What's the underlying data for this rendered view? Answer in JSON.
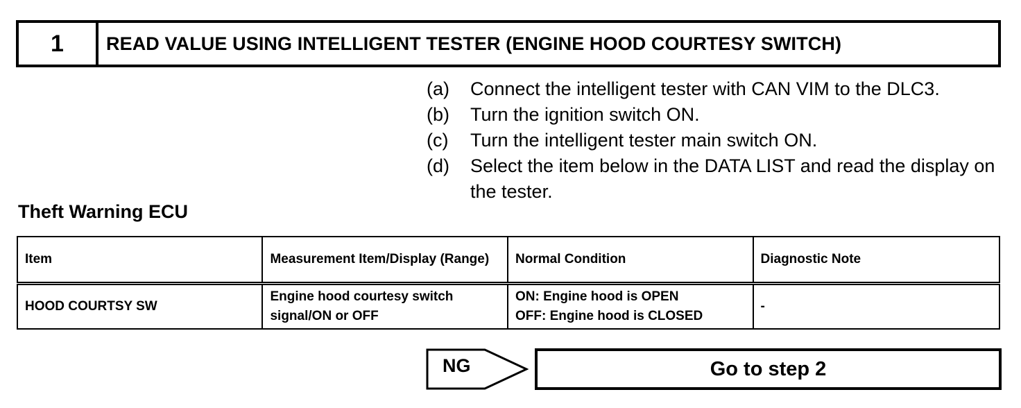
{
  "step": {
    "number": "1",
    "title": "READ VALUE USING INTELLIGENT TESTER (ENGINE HOOD COURTESY SWITCH)"
  },
  "instructions": [
    {
      "label": "(a)",
      "text": "Connect the intelligent tester with CAN VIM to the DLC3."
    },
    {
      "label": "(b)",
      "text": "Turn the ignition switch ON."
    },
    {
      "label": "(c)",
      "text": "Turn the intelligent tester main switch ON."
    },
    {
      "label": "(d)",
      "text": "Select the item below in the DATA LIST and read the display on the tester."
    }
  ],
  "section_title": "Theft Warning ECU",
  "table": {
    "headers": [
      "Item",
      "Measurement Item/Display (Range)",
      "Normal Condition",
      "Diagnostic Note"
    ],
    "rows": [
      [
        "HOOD COURTSY SW",
        "Engine hood courtesy switch signal/ON or OFF",
        "ON: Engine hood is OPEN\nOFF: Engine hood is CLOSED",
        "-"
      ]
    ]
  },
  "result": {
    "condition": "NG",
    "action": "Go to step 2"
  }
}
